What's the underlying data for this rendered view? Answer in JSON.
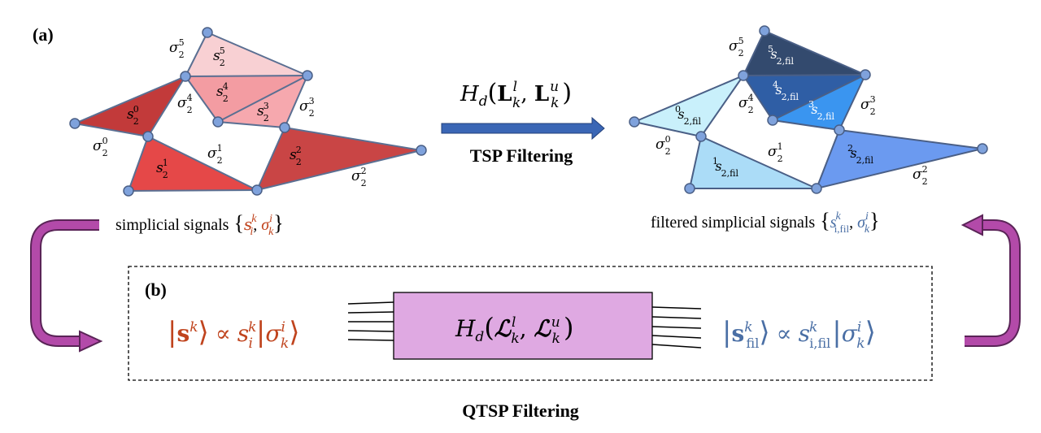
{
  "panel_a": {
    "label": "(a)"
  },
  "panel_b": {
    "label": "(b)"
  },
  "tsp": {
    "operator": {
      "H": "H",
      "d": "d",
      "L": "L",
      "l": "l",
      "k": "k",
      "u": "u"
    },
    "caption": "TSP Filtering"
  },
  "qtsp": {
    "caption": "QTSP Filtering",
    "operator": {
      "H": "H",
      "d": "d",
      "L": "ℒ",
      "l": "l",
      "k": "k",
      "u": "u"
    }
  },
  "left_complex": {
    "simplex_labels": {
      "sigma": "σ",
      "sub": "2",
      "indices": [
        "0",
        "1",
        "2",
        "3",
        "4",
        "5"
      ]
    },
    "signal_labels": {
      "s": "s",
      "sub": "2",
      "indices": [
        "0",
        "1",
        "2",
        "3",
        "4",
        "5"
      ]
    },
    "caption": "simplicial signals"
  },
  "right_complex": {
    "simplex_labels": {
      "sigma": "σ",
      "sub": "2",
      "indices": [
        "0",
        "1",
        "2",
        "3",
        "4",
        "5"
      ]
    },
    "signal_labels": {
      "s": "s",
      "sub": "2,fil",
      "indices": [
        "0",
        "1",
        "2",
        "3",
        "4",
        "5"
      ]
    },
    "caption": "filtered simplicial signals"
  },
  "formulas": {
    "left_set": {
      "s": "s",
      "sigma": "σ",
      "i": "i",
      "k": "k"
    },
    "right_set": {
      "s": "s",
      "sigma": "σ",
      "ifil": "i,fil",
      "i": "i",
      "k": "k"
    },
    "left_state": {
      "bold_s": "s",
      "k": "k",
      "propto": "∝",
      "s": "s",
      "i": "i",
      "sigma": "σ"
    },
    "right_state": {
      "bold_s": "s",
      "fil": "fil",
      "k": "k",
      "propto": "∝",
      "s": "s",
      "ifil": "i,fil",
      "i": "i",
      "sigma": "σ"
    }
  },
  "colors": {
    "left_text": "#c0441e",
    "right_text": "#4a6fa5",
    "node": "#7fa2dc",
    "arrow_blue": "#3a66b5",
    "magenta": "#b34aa9",
    "box_fill": "#dfa9e2",
    "left_fills": [
      "#c23a3a",
      "#e54848",
      "#c94545",
      "#f6a8ae",
      "#f39ca2",
      "#f8d0d3"
    ],
    "right_fills": [
      "#c9f0fb",
      "#abdcf7",
      "#6b9af0",
      "#3a95f0",
      "#2f5ea5",
      "#334a6e"
    ]
  }
}
